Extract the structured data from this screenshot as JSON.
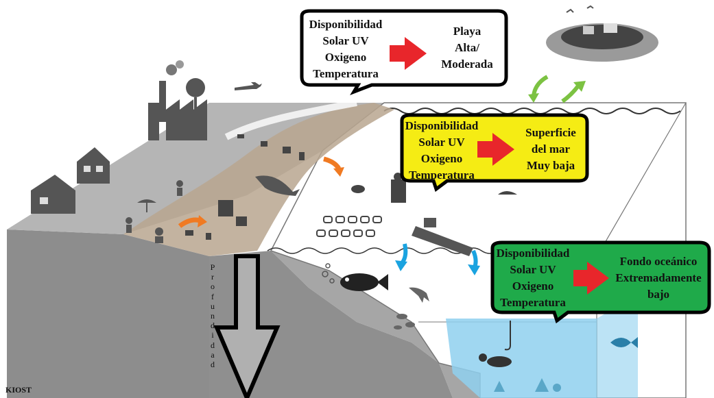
{
  "callouts": [
    {
      "id": "beach",
      "fill": "#ffffff",
      "factors": [
        "Disponibilidad",
        "Solar UV",
        "Oxigeno",
        "Temperatura"
      ],
      "result": [
        "Playa",
        "Alta/",
        "Moderada"
      ]
    },
    {
      "id": "sea-surface",
      "fill": "#f5ec14",
      "factors": [
        "Disponibilidad",
        "Solar UV",
        "Oxigeno",
        "Temperatura"
      ],
      "result": [
        "Superficie",
        "del mar",
        "Muy baja"
      ]
    },
    {
      "id": "ocean-floor",
      "fill": "#1faa4a",
      "factors": [
        "Disponibilidad",
        "Solar UV",
        "Oxigeno",
        "Temperatura"
      ],
      "result": [
        "Fondo oceánico",
        "Extremadamente",
        "bajo"
      ]
    }
  ],
  "depth_label": "Profundidad",
  "credit": "KIOST",
  "colors": {
    "land_top": "#b5b5b5",
    "land_side": "#8d8d8d",
    "sand": "#b9a68f",
    "arrow_red": "#e8262b",
    "arrow_orange": "#f07a22",
    "arrow_blue": "#1aa3e0",
    "arrow_green": "#7cc242",
    "deep_water": "#8fd0ee"
  }
}
